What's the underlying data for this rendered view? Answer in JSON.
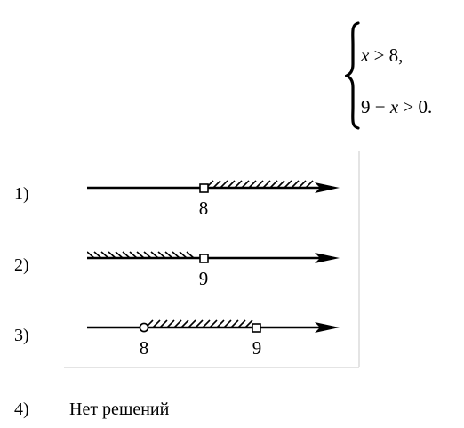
{
  "system": {
    "eq1": {
      "var": "x",
      "op": " > 8,"
    },
    "eq2": {
      "prefix": "9 − ",
      "var": "x",
      "op": " > 0."
    }
  },
  "options": [
    {
      "number": "1)",
      "point": "8",
      "shaded": "right"
    },
    {
      "number": "2)",
      "point": "9",
      "shaded": "left"
    },
    {
      "number": "3)",
      "points": [
        "8",
        "9"
      ],
      "shaded": "between"
    },
    {
      "number": "4)",
      "text": "Нет решений"
    }
  ]
}
